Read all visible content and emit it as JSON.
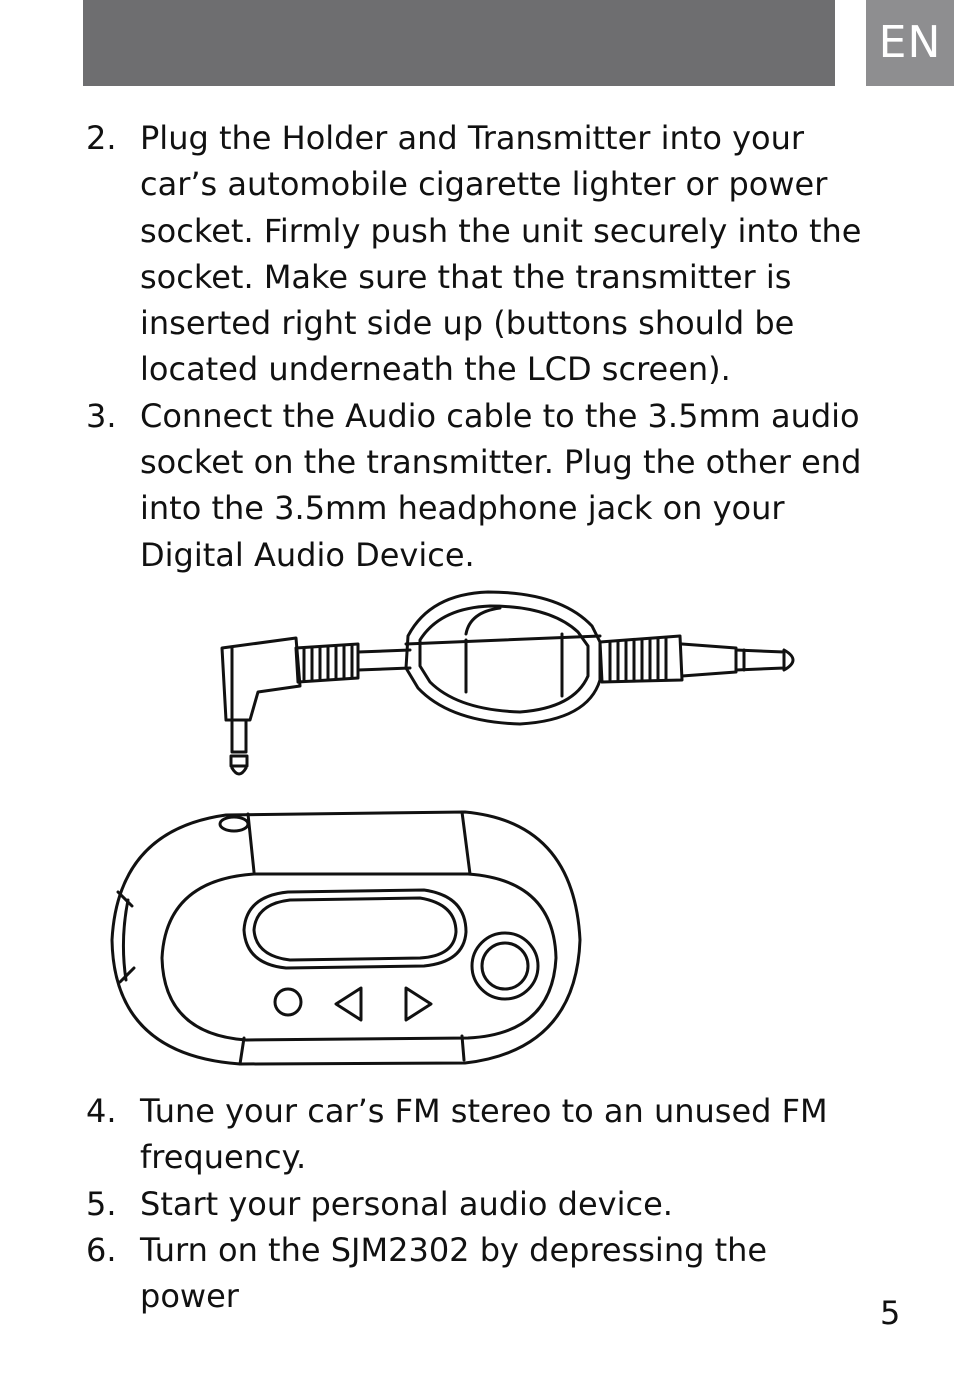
{
  "header": {
    "language": "EN"
  },
  "steps_top": [
    {
      "number": "2.",
      "text": "Plug the Holder and Transmitter into your car’s automobile cigarette lighter or power socket. Firmly push the unit securely into the socket. Make sure that the transmitter is inserted right side up (buttons should be located underneath the LCD screen)."
    },
    {
      "number": "3.",
      "text": "Connect the Audio cable to the 3.5mm audio socket on the transmitter.  Plug the other end into the 3.5mm headphone jack on your Digital Audio Device."
    }
  ],
  "steps_bottom": [
    {
      "number": "4.",
      "text": "Tune your car’s FM stereo to an unused FM frequency."
    },
    {
      "number": "5.",
      "text": "Start your personal audio device."
    },
    {
      "number": "6.",
      "text": "Turn on the SJM2302 by depressing the power"
    }
  ],
  "footer": {
    "page_number": "5"
  }
}
